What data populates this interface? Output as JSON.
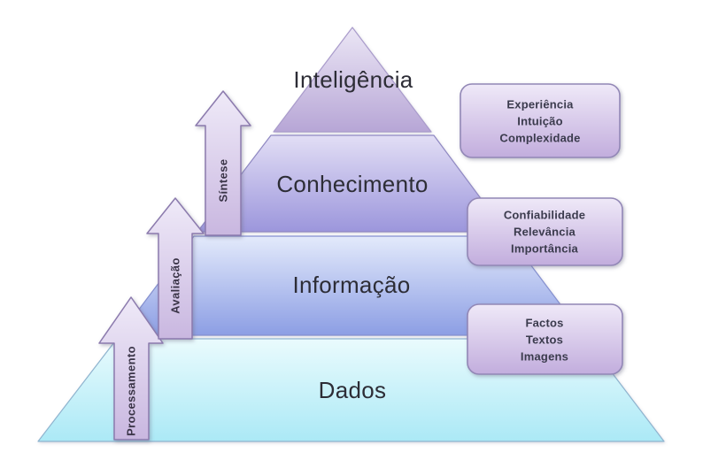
{
  "diagram": {
    "type": "pyramid",
    "layers": [
      {
        "id": "inteligencia",
        "label": "Inteligência",
        "color_top": "#ebe6f5",
        "color_bottom": "#b7a6d6",
        "stroke": "#a99bcb"
      },
      {
        "id": "conhecimento",
        "label": "Conhecimento",
        "color_top": "#e2def5",
        "color_bottom": "#9c96dc",
        "stroke": "#8f88c2"
      },
      {
        "id": "informacao",
        "label": "Informação",
        "color_top": "#e3eafb",
        "color_bottom": "#8c9ee4",
        "stroke": "#8590cf"
      },
      {
        "id": "dados",
        "label": "Dados",
        "color_top": "#eafbfd",
        "color_bottom": "#abe9f6",
        "stroke": "#8fb4cf"
      }
    ],
    "arrows": [
      {
        "id": "processamento",
        "label": "Processamento"
      },
      {
        "id": "avaliacao",
        "label": "Avaliação"
      },
      {
        "id": "sintese",
        "label": "Síntese"
      }
    ],
    "boxes": [
      {
        "id": "box-inteligencia",
        "lines": [
          "Experiência",
          "Intuição",
          "Complexidade"
        ]
      },
      {
        "id": "box-conhecimento",
        "lines": [
          "Confiabilidade",
          "Relevância",
          "Importância"
        ]
      },
      {
        "id": "box-informacao",
        "lines": [
          "Factos",
          "Textos",
          "Imagens"
        ]
      }
    ],
    "arrow_style": {
      "fill_top": "#efeaf8",
      "fill_bottom": "#c9b7e0",
      "stroke": "#8b7aad",
      "label_color": "#3a3447"
    },
    "box_style": {
      "fill_top": "#efe9f8",
      "fill_bottom": "#c2addd",
      "stroke": "#9287b6",
      "text_color": "#3b3b4d"
    },
    "label_color": "#2d2d36",
    "background": "#ffffff"
  }
}
